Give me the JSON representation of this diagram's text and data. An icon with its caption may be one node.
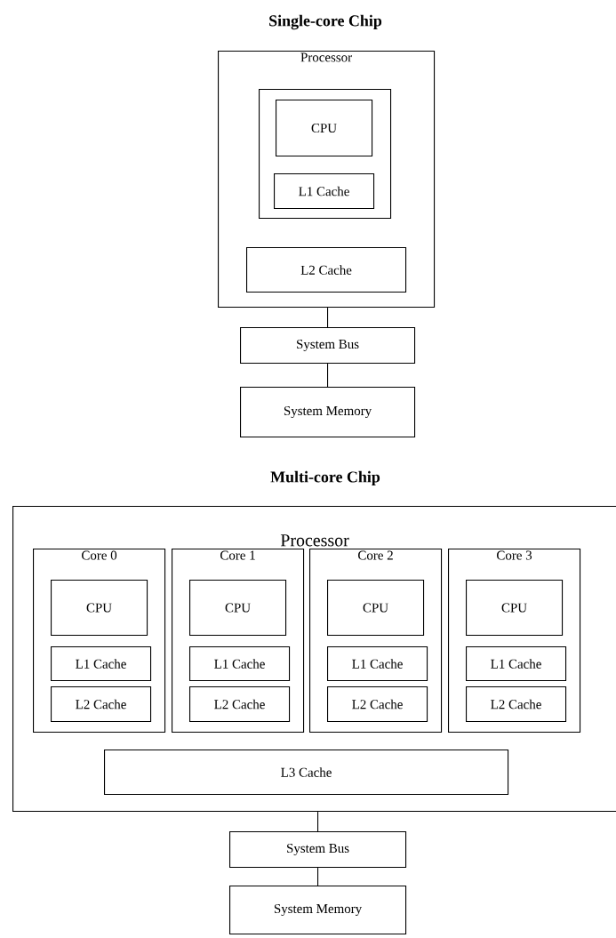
{
  "diagram": {
    "nodes": [
      {
        "text": [
          "Processor"
        ]
      },
      {
        "text": [],
        "shape": "box",
        "in": 0
      },
      {
        "text": [
          "CPU"
        ],
        "in": 1
      },
      {
        "text": [
          "L1 Cache"
        ],
        "in": 1
      },
      {
        "text": [
          "L2 Cache"
        ],
        "in": 0
      },
      {
        "text": [
          "System Bus"
        ]
      },
      {
        "text": [
          "System Memory"
        ]
      },
      {
        "text": [
          "Processor"
        ]
      },
      {
        "text": [
          "Core 0"
        ],
        "in": 7
      },
      {
        "text": [
          "CPU"
        ],
        "in": 8
      },
      {
        "text": [
          "L1 Cache"
        ],
        "in": 8
      },
      {
        "text": [
          "L2 Cache"
        ],
        "in": 8
      },
      {
        "text": [
          "Core 1"
        ],
        "in": 7
      },
      {
        "text": [
          "CPU"
        ],
        "in": 12
      },
      {
        "text": [
          "L1 Cache"
        ],
        "in": 12
      },
      {
        "text": [
          "L2 Cache"
        ],
        "in": 12
      },
      {
        "text": [
          "Core 2"
        ],
        "in": 7
      },
      {
        "text": [
          "CPU"
        ],
        "in": 16
      },
      {
        "text": [
          "L1 Cache"
        ],
        "in": 16
      },
      {
        "text": [
          "L2 Cache"
        ],
        "in": 16
      },
      {
        "text": [
          "Core 3"
        ],
        "in": 7
      },
      {
        "text": [
          "CPU"
        ],
        "in": 20
      },
      {
        "text": [
          "L1 Cache"
        ],
        "in": 20
      },
      {
        "text": [
          "L2 Cache"
        ],
        "in": 20
      },
      {
        "text": [
          "L3 Cache"
        ],
        "in": 7
      },
      {
        "text": [
          "System Bus"
        ]
      },
      {
        "text": [
          "System Memory"
        ]
      }
    ],
    "edges": [
      {
        "from": 0,
        "to": 5,
        "arrow": "none"
      },
      {
        "from": 5,
        "to": 6,
        "arrow": "none"
      },
      {
        "from": 7,
        "to": 25,
        "arrow": "none"
      },
      {
        "from": 25,
        "to": 26,
        "arrow": "none"
      }
    ],
    "labels": [
      "Single-core Chip",
      "Multi-core Chip"
    ]
  }
}
